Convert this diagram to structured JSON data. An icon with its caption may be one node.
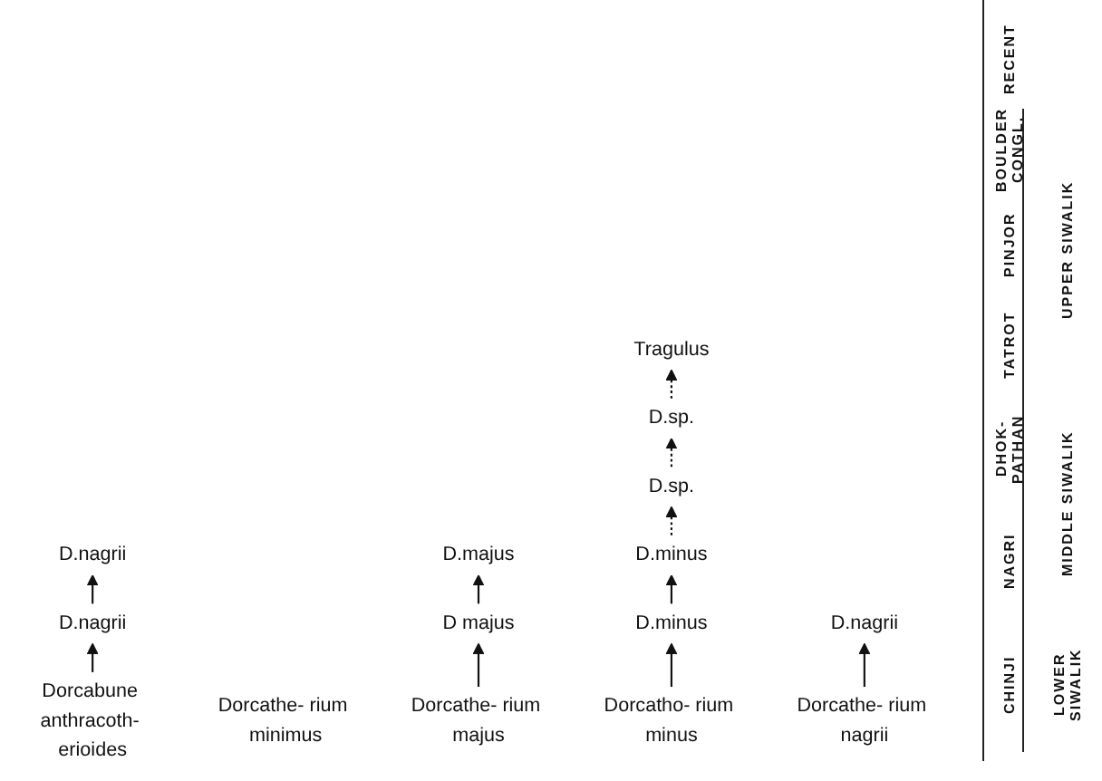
{
  "diagram": {
    "nodes": [
      {
        "text": [
          "Tragulus"
        ]
      },
      {
        "text": [
          "D.sp."
        ]
      },
      {
        "text": [
          "D.sp."
        ]
      },
      {
        "text": [
          "D.nagrii"
        ]
      },
      {
        "text": [
          "D.majus"
        ]
      },
      {
        "text": [
          "D.minus"
        ]
      },
      {
        "text": [
          "D.nagrii"
        ]
      },
      {
        "text": [
          "D majus"
        ]
      },
      {
        "text": [
          "D.minus"
        ]
      },
      {
        "text": [
          "D.nagrii"
        ]
      },
      {
        "text": [
          "Dorcabune anthracoth- erioides"
        ]
      },
      {
        "text": [
          "Dorcathe- rium minimus"
        ]
      },
      {
        "text": [
          "Dorcathe- rium majus"
        ]
      },
      {
        "text": [
          "Dorcatho- rium minus"
        ]
      },
      {
        "text": [
          "Dorcathe- rium nagrii"
        ]
      }
    ],
    "edges": [
      {
        "from": 10,
        "to": 6,
        "arrow": "to"
      },
      {
        "from": 6,
        "to": 3,
        "arrow": "to"
      },
      {
        "from": 12,
        "to": 7,
        "arrow": "to"
      },
      {
        "from": 7,
        "to": 4,
        "arrow": "to"
      },
      {
        "from": 13,
        "to": 8,
        "arrow": "to"
      },
      {
        "from": 8,
        "to": 5,
        "arrow": "to"
      },
      {
        "from": 5,
        "to": 2,
        "arrow": "to",
        "style": "dashed"
      },
      {
        "from": 2,
        "to": 1,
        "arrow": "to",
        "style": "dashed"
      },
      {
        "from": 1,
        "to": 0,
        "arrow": "to",
        "style": "dashed"
      },
      {
        "from": 14,
        "to": 9,
        "arrow": "to"
      }
    ],
    "labels": [
      "RECENT",
      "BOULDER CONGL.",
      "PINJOR",
      "TATROT",
      "DHOK- PATHAN",
      "NAGRI",
      "CHINJI",
      "UPPER SIWALIK",
      "MIDDLE SIWALIK",
      "LOWER SIWALIK"
    ]
  }
}
